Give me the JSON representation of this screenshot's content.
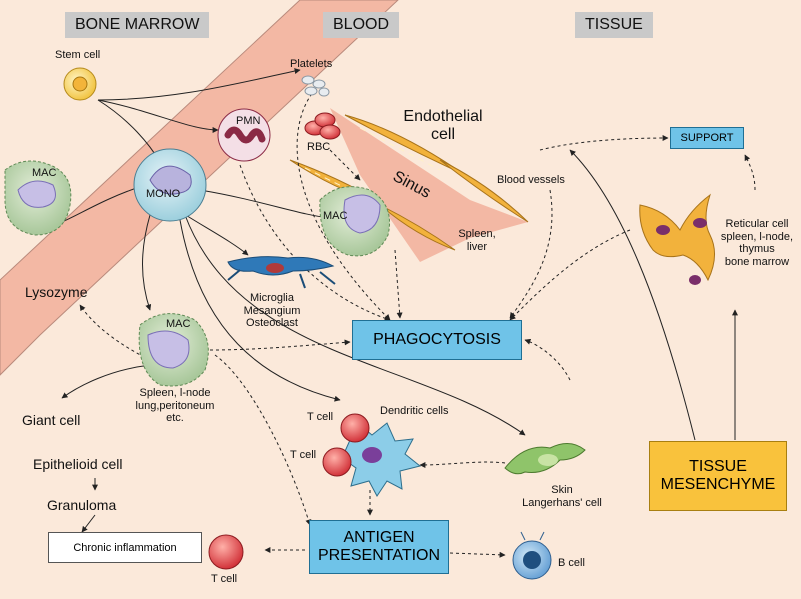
{
  "headers": {
    "bone_marrow": "BONE MARROW",
    "blood": "BLOOD",
    "tissue": "TISSUE"
  },
  "cells": {
    "stem_cell": "Stem cell",
    "platelets": "Platelets",
    "pmn": "PMN",
    "rbc": "RBC",
    "mono": "MONO",
    "mac_left": "MAC",
    "mac_blood": "MAC",
    "mac_tissue": "MAC",
    "t_cell_top": "T cell",
    "t_cell_mid": "T cell",
    "t_cell_bottom": "T cell",
    "b_cell": "B cell"
  },
  "labels": {
    "endothelial_1": "Endothelial",
    "endothelial_2": "cell",
    "sinus": "Sinus",
    "blood_vessels": "Blood vessels",
    "spleen_liver_1": "Spleen,",
    "spleen_liver_2": "liver",
    "reticular_1": "Reticular cell",
    "reticular_2": "spleen, l-node,",
    "reticular_3": "thymus",
    "reticular_4": "bone marrow",
    "microglia_1": "Microglia",
    "microglia_2": "Mesangium",
    "microglia_3": "Osteoclast",
    "lysozyme": "Lysozyme",
    "spleen_lnode_1": "Spleen, l-node",
    "spleen_lnode_2": "lung,peritoneum",
    "spleen_lnode_3": "etc.",
    "giant_cell": "Giant cell",
    "epithelioid_cell": "Epithelioid cell",
    "granuloma": "Granuloma",
    "dendritic_cells": "Dendritic cells",
    "skin": "Skin",
    "langerhans": "Langerhans' cell"
  },
  "boxes": {
    "support": "SUPPORT",
    "phagocytosis": "PHAGOCYTOSIS",
    "antigen_1": "ANTIGEN",
    "antigen_2": "PRESENTATION",
    "tissue_mesenchyme_1": "TISSUE",
    "tissue_mesenchyme_2": "MESENCHYME",
    "chronic_inflammation": "Chronic inflammation"
  },
  "colors": {
    "background": "#fbe9da",
    "blood_band": "#f3b8a4",
    "box_blue": "#6fc3e8",
    "box_yellow": "#f9c23c",
    "header_gray": "#c9c9c9"
  }
}
